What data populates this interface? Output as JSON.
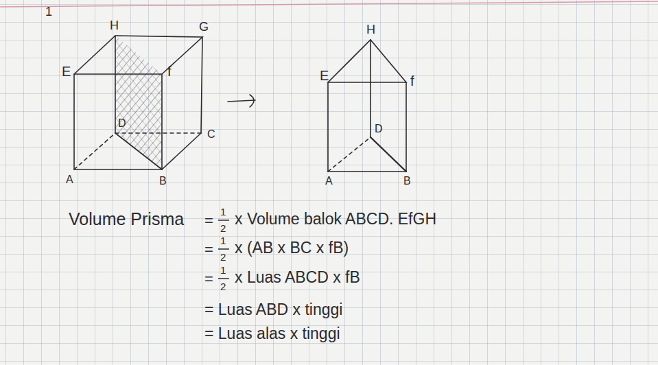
{
  "diagram": {
    "labels": [
      "1",
      "H",
      "G",
      "E",
      "f",
      "D",
      "C",
      "A",
      "B",
      "H",
      "E",
      "f",
      "D",
      "A",
      "B",
      "Volume Prisma",
      "=",
      "1",
      "2",
      "x Volume balok ABCD. EfGH",
      "=",
      "1",
      "2",
      "x (AB x BC x fB)",
      "=",
      "1",
      "2",
      "x Luas ABCD x fB",
      "= Luas ABD x tinggi",
      "= Luas alas x tinggi"
    ]
  }
}
